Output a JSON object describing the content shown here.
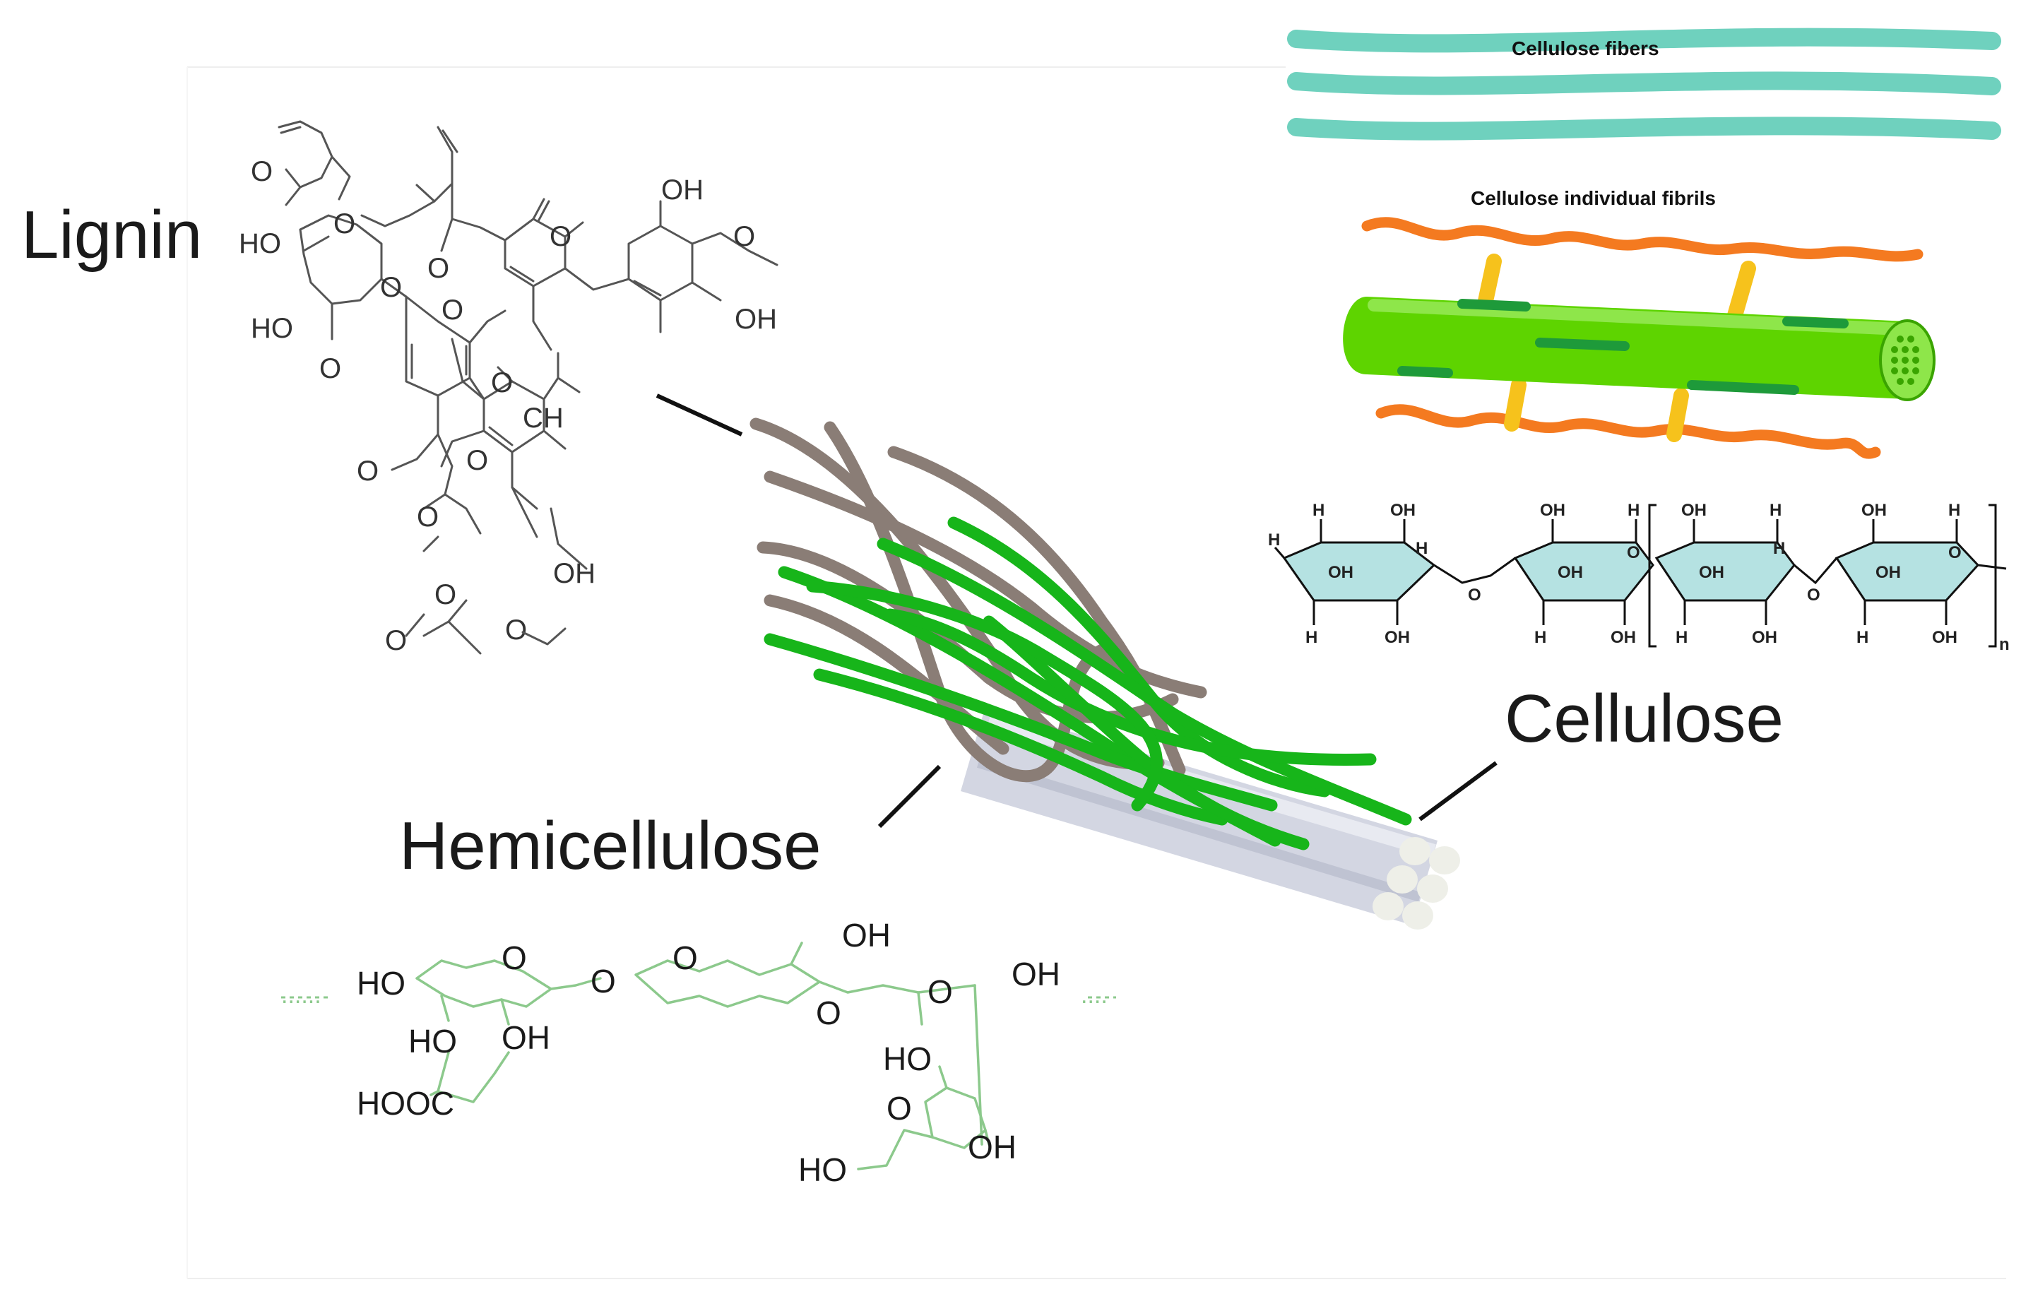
{
  "labels": {
    "lignin": "Lignin",
    "hemicellulose": "Hemicellulose",
    "cellulose": "Cellulose",
    "cellulose_fibers": "Cellulose fibers",
    "cellulose_fibrils": "Cellulose individual fibrils"
  },
  "lignin_atoms": {
    "o1": "O",
    "ho1": "HO",
    "o2": "O",
    "o3": "O",
    "o4": "O",
    "oh1": "OH",
    "o5": "O",
    "oh2": "OH",
    "ho2": "HO",
    "o6": "O",
    "o7": "O",
    "o8": "O",
    "och": "O",
    "ch": "CH",
    "o9": "O",
    "o10": "O",
    "o11": "O",
    "oh3": "OH",
    "o12": "O",
    "o13": "O",
    "o14": "O"
  },
  "hemicellulose_atoms": {
    "ho1": "HO",
    "o1": "O",
    "o2": "O",
    "o3": "O",
    "oh1": "OH",
    "o4": "O",
    "o5": "O",
    "oh2": "OH",
    "ho2": "HO",
    "oh3": "OH",
    "hooc": "HOOC",
    "ho3": "HO",
    "o6": "O",
    "oh4": "OH",
    "ho4": "HO",
    "dots_left": "......",
    "dots_right": "...."
  },
  "cellulose_atoms": {
    "h": "H",
    "oh": "OH",
    "o": "O",
    "n": "n"
  },
  "colors": {
    "lignin_strand": "#8a7d76",
    "hemicellulose_strand": "#17b51a",
    "cellulose_bundle": "#cfd2de",
    "fiber": "#6fd1be",
    "fibril_wave": "#f47a20",
    "fibril_core": "#5ed400",
    "fibril_link": "#f6c21c",
    "glucose_ring": "#b5e2e2"
  }
}
